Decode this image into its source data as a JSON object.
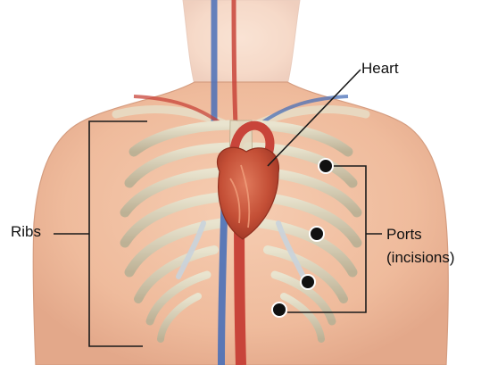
{
  "labels": {
    "heart": "Heart",
    "ribs": "Ribs",
    "ports_line1": "Ports",
    "ports_line2": "(incisions)"
  },
  "colors": {
    "skin": "#f2c3a6",
    "skin_shadow": "#dca284",
    "rib": "#d8d2b8",
    "rib_shadow": "#b9ae90",
    "cartilage": "#c9d3dc",
    "heart": "#c8553c",
    "artery": "#c8443a",
    "vein": "#4a70b8",
    "leader_line": "#1a1a1a",
    "port_dot": "#111111"
  },
  "ports_count": 4
}
